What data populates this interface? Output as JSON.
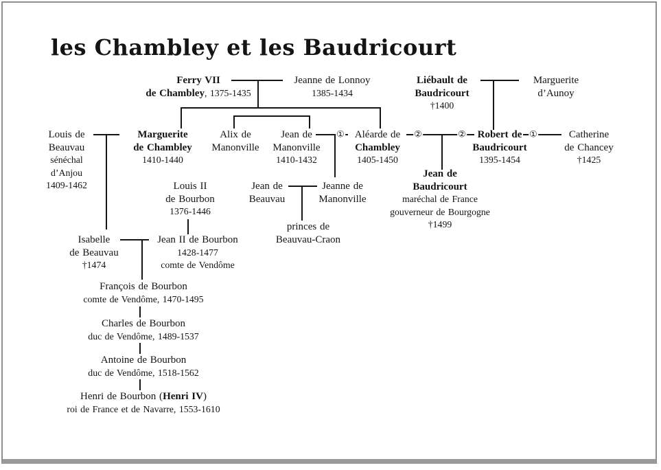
{
  "title": "les Chambley et les Baudricourt",
  "marks": {
    "first": "①",
    "second": "②"
  },
  "tree": {
    "ferry": {
      "l1": "Ferry VII",
      "l2b": "de Chambley",
      "l2r": ", 1375-1435"
    },
    "jeanne_lonnoy": {
      "l1": "Jeanne de Lonnoy",
      "l2": "1385-1434"
    },
    "liebault": {
      "l1": "Liébault de",
      "l2": "Baudricourt",
      "l3": "†1400"
    },
    "marguerite_aunoy": {
      "l1": "Marguerite",
      "l2": "d’Aunoy"
    },
    "louis_beauvau": {
      "l1": "Louis de",
      "l2": "Beauvau",
      "l3": "sénéchal",
      "l4": "d’Anjou",
      "l5": "1409-1462"
    },
    "marguerite_chambley": {
      "l1": "Marguerite",
      "l2": "de Chambley",
      "l3": "1410-1440"
    },
    "alix": {
      "l1": "Alix de",
      "l2": "Manonville"
    },
    "jean_manonville": {
      "l1": "Jean de",
      "l2": "Manonville",
      "l3": "1410-1432"
    },
    "alearde": {
      "l1": "Aléarde de",
      "l2": "Chambley",
      "l3": "1405-1450"
    },
    "robert": {
      "l1": "Robert de",
      "l2": "Baudricourt",
      "l3": "1395-1454"
    },
    "catherine": {
      "l1": "Catherine",
      "l2": "de Chancey",
      "l3": "†1425"
    },
    "jean_baudricourt": {
      "l1": "Jean de",
      "l2": "Baudricourt",
      "l3": "maréchal de France",
      "l4": "gouverneur de Bourgogne",
      "l5": "†1499"
    },
    "louis_ii": {
      "l1": "Louis II",
      "l2": "de Bourbon",
      "l3": "1376-1446"
    },
    "jean_beauvau": {
      "l1": "Jean de",
      "l2": "Beauvau"
    },
    "jeanne_manonville": {
      "l1": "Jeanne de",
      "l2": "Manonville"
    },
    "princes": {
      "l1": "princes de",
      "l2": "Beauvau-Craon"
    },
    "isabelle": {
      "l1": "Isabelle",
      "l2": "de Beauvau",
      "l3": "†1474"
    },
    "jean_ii": {
      "l1": "Jean II de Bourbon",
      "l2": "1428-1477",
      "l3": "comte de Vendôme"
    },
    "francois": {
      "l1": "François de Bourbon",
      "l2": "comte de Vendôme, 1470-1495"
    },
    "charles": {
      "l1": "Charles de Bourbon",
      "l2": "duc de Vendôme, 1489-1537"
    },
    "antoine": {
      "l1": "Antoine de Bourbon",
      "l2": "duc de Vendôme, 1518-1562"
    },
    "henri": {
      "l1_pre": "Henri de Bourbon (",
      "l1_bold": "Henri IV",
      "l1_post": ")",
      "l2": "roi de France et de Navarre, 1553-1610"
    }
  }
}
